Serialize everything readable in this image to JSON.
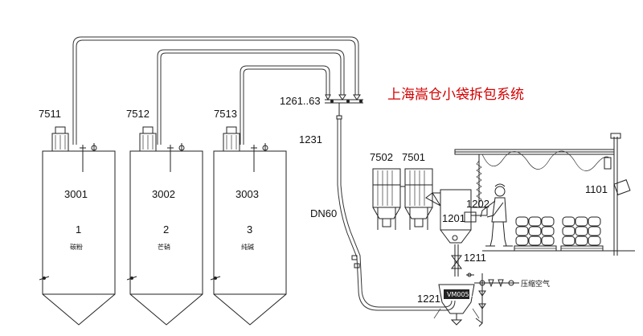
{
  "title": "上海嵩仓小袋拆包系统",
  "labels": {
    "i7511": "7511",
    "i7512": "7512",
    "i7513": "7513",
    "i1261": "1261..63",
    "i1231": "1231",
    "dn60": "DN60",
    "i7502": "7502",
    "i7501": "7501",
    "i1101": "1101",
    "i1202": "1202",
    "i1201": "1201",
    "i1211": "1211",
    "i1221": "1221",
    "air": "压缩空气",
    "vessel_plate": "VM005L"
  },
  "silos": [
    {
      "id": "3001",
      "num": "1",
      "material": "碳粉"
    },
    {
      "id": "3002",
      "num": "2",
      "material": "芒硝"
    },
    {
      "id": "3003",
      "num": "3",
      "material": "纯碱"
    }
  ],
  "pallet_rows": 3
}
